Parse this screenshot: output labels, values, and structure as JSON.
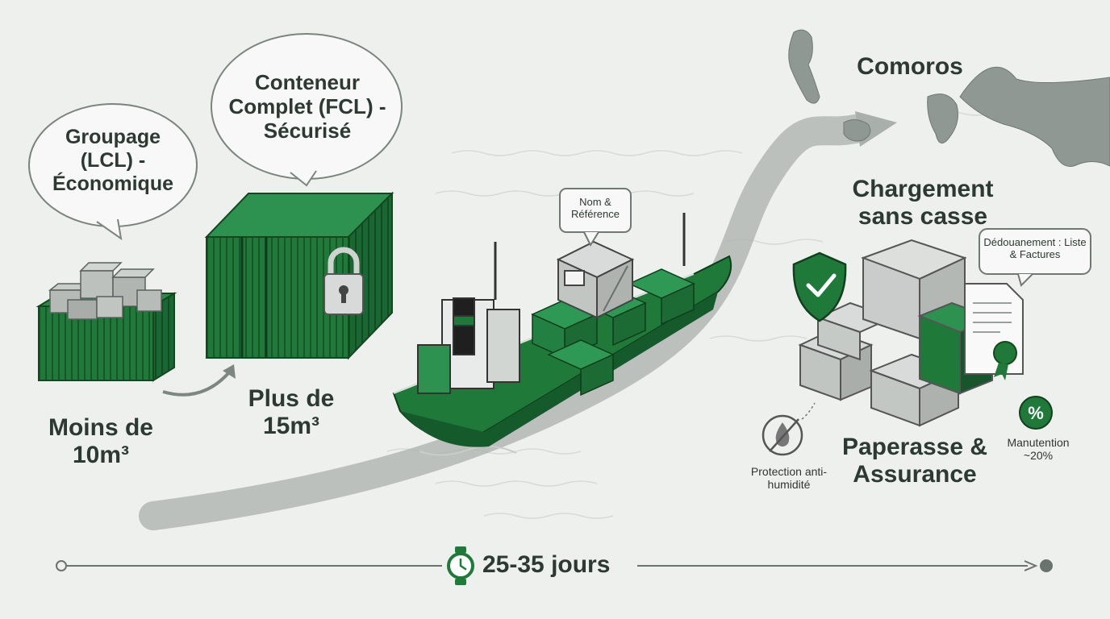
{
  "bubbles": {
    "lcl": "Groupage (LCL) - Économique",
    "fcl": "Conteneur Complet (FCL) - Sécurisé",
    "label_tag": "Nom & Référence",
    "customs": "Dédouanement : Liste & Factures"
  },
  "labels": {
    "lcl_volume": "Moins de 10m³",
    "fcl_volume": "Plus de 15m³",
    "destination": "Comoros",
    "loading": "Chargement sans casse",
    "paperwork": "Paperasse & Assurance",
    "moisture": "Protection anti-humidité",
    "handling": "Manutention ~20%",
    "percent_symbol": "%"
  },
  "timeline": {
    "duration": "25-35 jours"
  },
  "colors": {
    "brand_green": "#1f7a3a",
    "dark_green": "#17562b",
    "gray": "#8a938d",
    "background": "#eef0ee"
  }
}
